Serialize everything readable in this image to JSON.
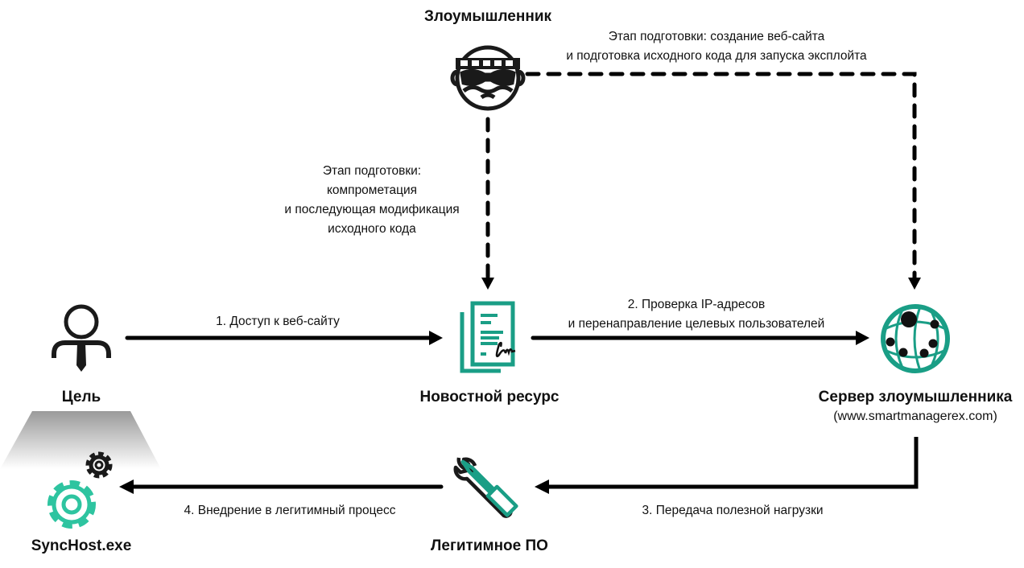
{
  "colors": {
    "line": "#000000",
    "teal": "#1a9e86",
    "teal_light": "#2ec4a0",
    "dark": "#1a1a1a"
  },
  "nodes": {
    "attacker": {
      "title": "Злоумышленник",
      "icon": "hacker-icon"
    },
    "target": {
      "title": "Цель",
      "icon": "user-icon"
    },
    "news": {
      "title": "Новостной ресурс",
      "icon": "document-icon"
    },
    "server": {
      "title": "Сервер злоумышленника",
      "subtitle": "(www.smartmanagerex.com)",
      "icon": "globe-icon"
    },
    "legit": {
      "title": "Легитимное ПО",
      "icon": "tools-icon"
    },
    "synchost": {
      "title": "SyncHost.exe",
      "icon": "gear-icon"
    }
  },
  "edges": {
    "prep_website": {
      "lines": [
        "Этап подготовки: создание веб-сайта",
        "и подготовка исходного кода для запуска эксплойта"
      ],
      "style": "dashed"
    },
    "prep_compromise": {
      "lines": [
        "Этап подготовки:",
        "компрометация",
        "и последующая модификация",
        "исходного кода"
      ],
      "style": "dashed"
    },
    "step1": {
      "label": "1. Доступ к веб-сайту",
      "style": "solid"
    },
    "step2": {
      "lines": [
        "2. Проверка IP-адресов",
        "и перенаправление целевых пользователей"
      ],
      "style": "solid"
    },
    "step3": {
      "label": "3. Передача полезной нагрузки",
      "style": "solid"
    },
    "step4": {
      "label": "4. Внедрение в легитимный процесс",
      "style": "solid"
    }
  }
}
